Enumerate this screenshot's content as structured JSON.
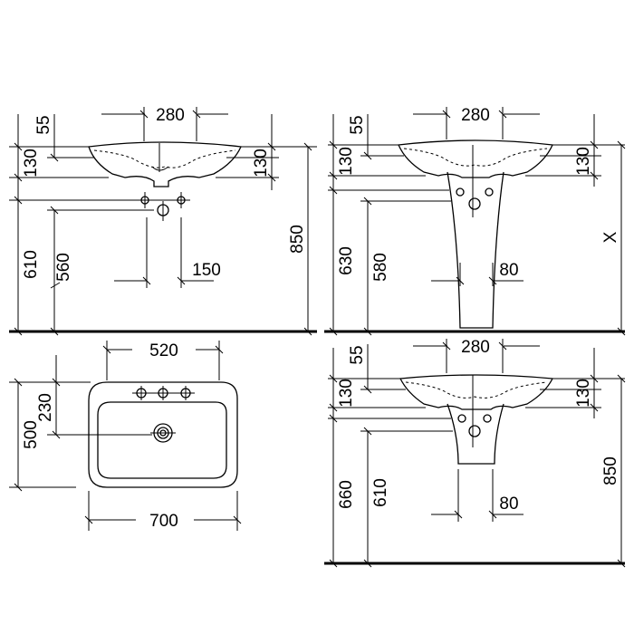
{
  "views": {
    "wall_basin_side": {
      "width_280": "280",
      "top_55": "55",
      "left_130": "130",
      "right_130": "130",
      "height_610": "610",
      "height_560": "560",
      "drain_150": "150",
      "total_850": "850"
    },
    "pedestal_side": {
      "width_280": "280",
      "top_55": "55",
      "left_130": "130",
      "right_130": "130",
      "height_630": "630",
      "height_580": "580",
      "pedestal_80": "80",
      "variable_x": "X"
    },
    "basin_plan": {
      "width_520": "520",
      "depth_230": "230",
      "depth_500": "500",
      "width_700": "700"
    },
    "semi_pedestal_side": {
      "width_280": "280",
      "top_55": "55",
      "left_130": "130",
      "right_130": "130",
      "height_660": "660",
      "height_610": "610",
      "pedestal_80": "80",
      "total_850": "850"
    }
  }
}
